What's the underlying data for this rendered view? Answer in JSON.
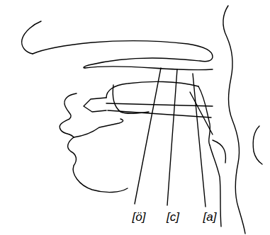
{
  "diagram": {
    "labels": [
      "[ö]",
      "[c]",
      "[a]"
    ]
  }
}
